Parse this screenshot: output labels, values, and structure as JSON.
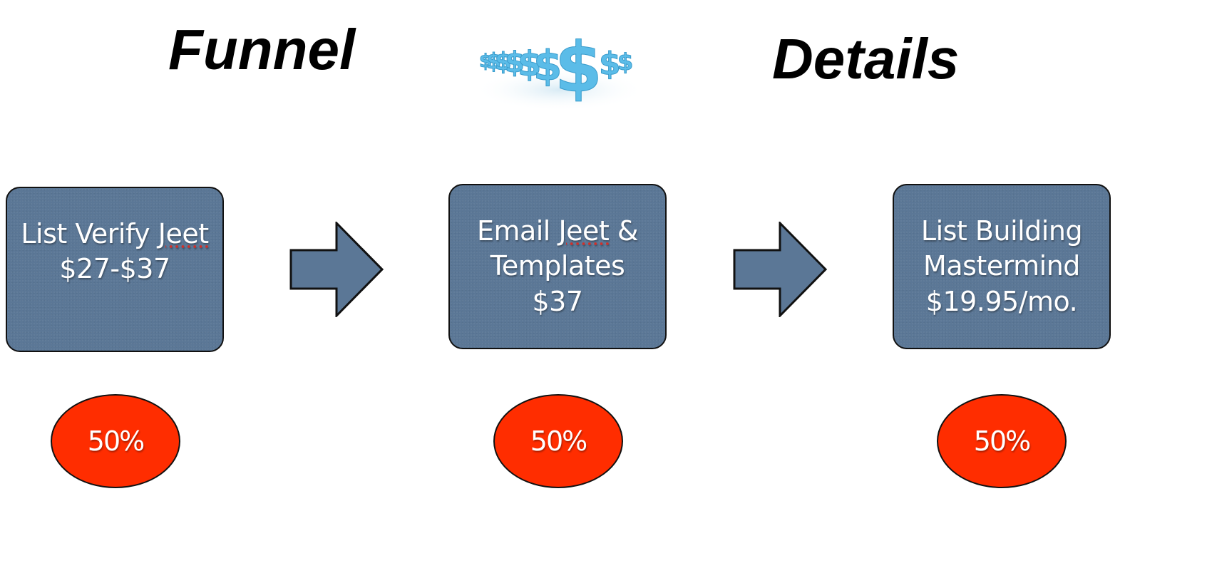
{
  "titles": {
    "left": "Funnel",
    "right": "Details"
  },
  "header_image": {
    "icon": "dollar-signs-icon",
    "alt": "Row of blue 3D dollar signs"
  },
  "colors": {
    "box_fill": "#5b7796",
    "box_border": "#111111",
    "oval_fill": "#ff2d00",
    "text_light": "#ffffff",
    "money_blue": "#5bbce8"
  },
  "funnel_steps": [
    {
      "lines": [
        "List Verify Jeet",
        "$27-$37"
      ],
      "product": "List Verify Jeet",
      "price": "$27-$37",
      "conversion": "50%"
    },
    {
      "lines": [
        "Email Jeet &",
        "Templates",
        "$37"
      ],
      "product": "Email Jeet & Templates",
      "price": "$37",
      "conversion": "50%"
    },
    {
      "lines": [
        "List Building",
        "Mastermind",
        "$19.95/mo."
      ],
      "product": "List Building Mastermind",
      "price": "$19.95/mo.",
      "conversion": "50%"
    }
  ],
  "connectors": [
    {
      "icon": "right-arrow-icon",
      "from_step": 1,
      "to_step": 2
    },
    {
      "icon": "right-arrow-icon",
      "from_step": 2,
      "to_step": 3
    }
  ]
}
